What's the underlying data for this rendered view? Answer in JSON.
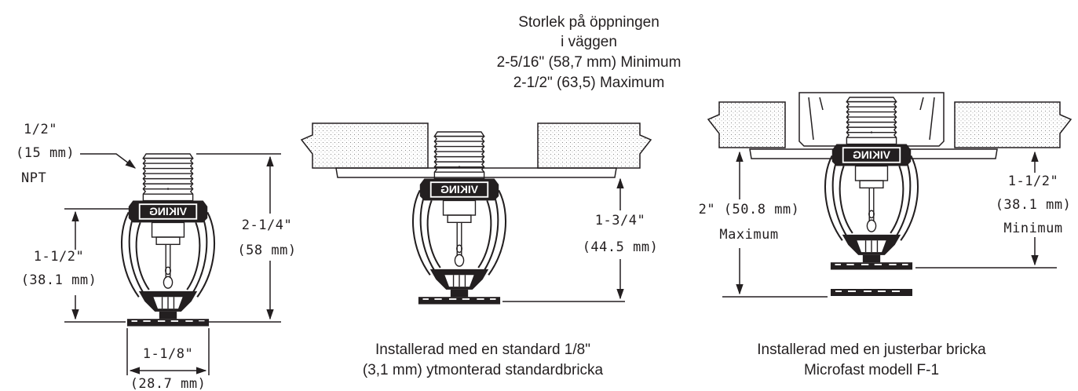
{
  "top_caption": {
    "line1": "Storlek på öppningen",
    "line2": "i väggen",
    "line3": "2-5/16\" (58,7 mm) Minimum",
    "line4": "2-1/2\" (63,5)  Maximum"
  },
  "left_figure": {
    "thread_size": "1/2\"",
    "thread_mm": "(15 mm)",
    "thread_type": "NPT",
    "height_in": "2-1/4\"",
    "height_mm": "(58 mm)",
    "body_in": "1-1/2\"",
    "body_mm": "(38.1 mm)",
    "deflector_in": "1-1/8\"",
    "deflector_mm": "(28.7 mm)",
    "logo": "VIKING"
  },
  "middle_figure": {
    "drop_in": "1-3/4\"",
    "drop_mm": "(44.5 mm)",
    "logo": "VIKING",
    "caption_line1": "Installerad med en standard 1/8\"",
    "caption_line2": "(3,1 mm) ytmonterad standardbricka"
  },
  "right_figure": {
    "max_in": "2\" (50.8 mm)",
    "max_label": "Maximum",
    "min_in": "1-1/2\"",
    "min_mm": "(38.1 mm)",
    "min_label": "Minimum",
    "logo": "VIKING",
    "caption_line1": "Installerad med en  justerbar bricka",
    "caption_line2": "Microfast modell F-1"
  }
}
